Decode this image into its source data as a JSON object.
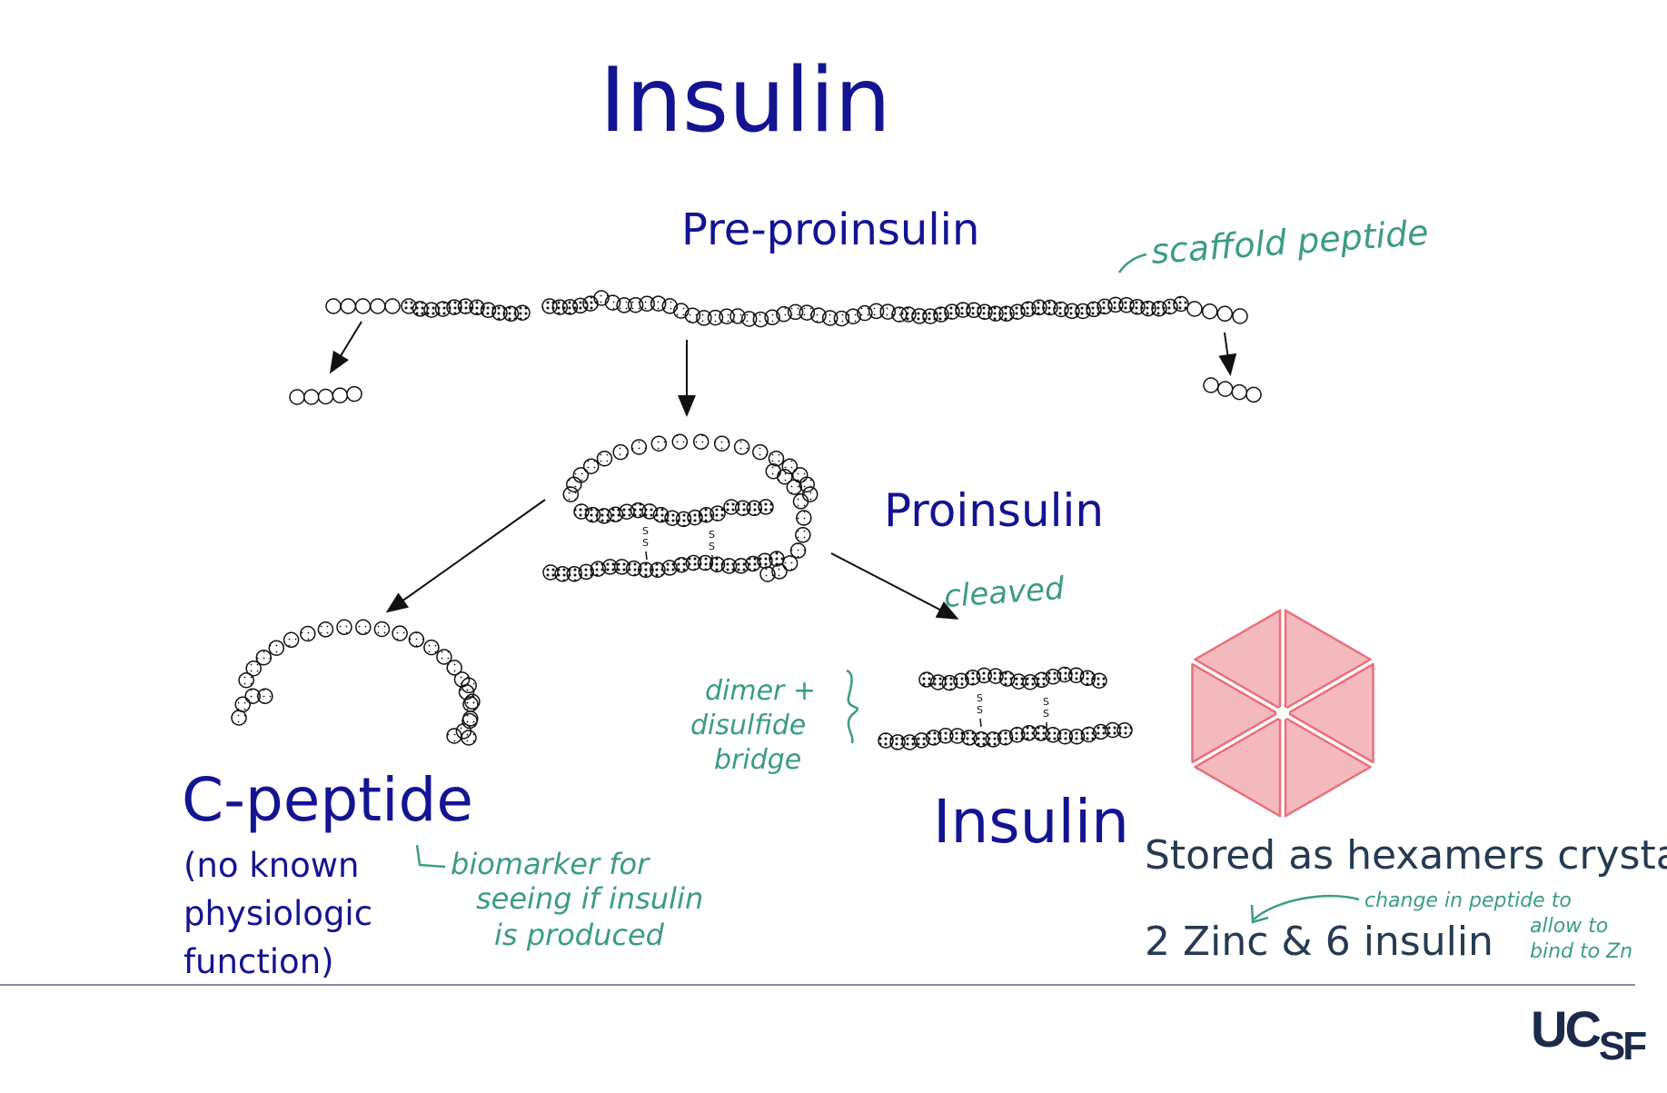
{
  "title": "Insulin",
  "labels": {
    "preproinsulin": "Pre-proinsulin",
    "proinsulin": "Proinsulin",
    "cpeptide": "C-peptide",
    "cpeptide_note": [
      "(no known",
      "physiologic",
      "function)"
    ],
    "insulin": "Insulin",
    "stored": "Stored as hexamers crystal",
    "zinc": "2 Zinc & 6 insulin"
  },
  "handwritten": {
    "scaffold": "scaffold peptide",
    "cleaved": "cleaved",
    "dimer": [
      "dimer +",
      "disulfide",
      "bridge"
    ],
    "biomarker": [
      "biomarker for",
      "seeing if insulin",
      "is produced"
    ],
    "change": [
      "change in peptide to",
      "allow to",
      "bind to Zn"
    ]
  },
  "disulfide": "S",
  "logo": {
    "u": "U",
    "c": "C",
    "s": "S",
    "f": "F"
  },
  "colors": {
    "title": "#131492",
    "slate": "#253b52",
    "handwriting": "#3b9c86",
    "hexamer_fill": "#f4b9bd",
    "hexamer_stroke": "#e8707a"
  }
}
